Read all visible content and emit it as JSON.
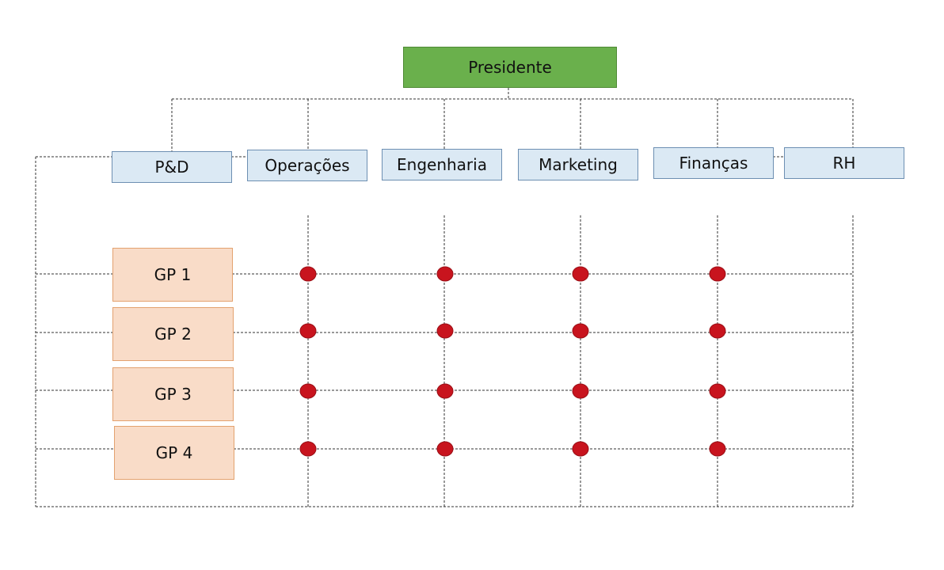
{
  "root": {
    "label": "Presidente"
  },
  "departments": [
    {
      "label": "P&D"
    },
    {
      "label": "Operações"
    },
    {
      "label": "Engenharia"
    },
    {
      "label": "Marketing"
    },
    {
      "label": "Finanças"
    },
    {
      "label": "RH"
    }
  ],
  "project_managers": [
    {
      "label": "GP 1"
    },
    {
      "label": "GP 2"
    },
    {
      "label": "GP 3"
    },
    {
      "label": "GP 4"
    }
  ],
  "matrix": {
    "marked_departments": [
      "Operações",
      "Engenharia",
      "Marketing",
      "Finanças"
    ],
    "rows": [
      {
        "gp": "GP 1",
        "marks": [
          true,
          true,
          true,
          true
        ]
      },
      {
        "gp": "GP 2",
        "marks": [
          true,
          true,
          true,
          true
        ]
      },
      {
        "gp": "GP 3",
        "marks": [
          true,
          true,
          true,
          true
        ]
      },
      {
        "gp": "GP 4",
        "marks": [
          true,
          true,
          true,
          true
        ]
      }
    ]
  },
  "colors": {
    "root_fill": "#6ab04c",
    "department_fill": "#dbe9f4",
    "project_manager_fill": "#f9dcc8",
    "marker": "#c8141e",
    "connector_line": "#333333"
  }
}
